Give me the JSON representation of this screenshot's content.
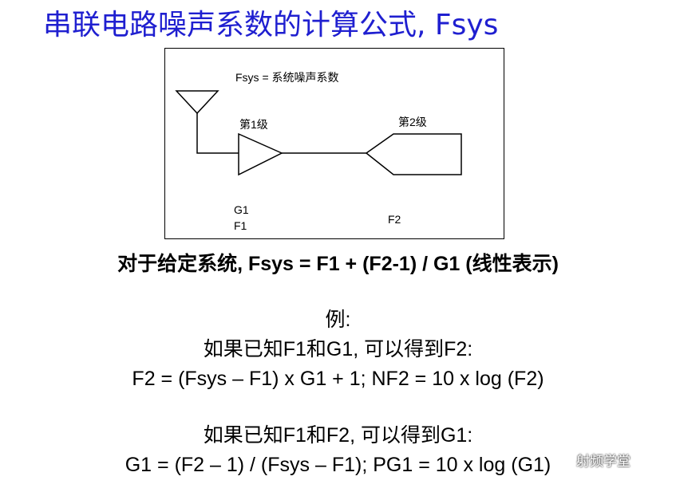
{
  "title": "串联电路噪声系数的计算公式, Fsys",
  "diagram": {
    "fsys_def": "Fsys = 系统噪声系数",
    "stage1_label": "第1级",
    "stage2_label": "第2级",
    "g1_label": "G1",
    "f1_label": "F1",
    "f2_label": "F2"
  },
  "formula": "对于给定系统, Fsys = F1 + (F2-1) / G1 (线性表示)",
  "example": {
    "heading": "例:",
    "line1": "如果已知F1和G1, 可以得到F2:",
    "line2": "F2 = (Fsys – F1) x G1 + 1; NF2 = 10 x log (F2)",
    "line3": "如果已知F1和F2, 可以得到G1:",
    "line4": "G1 = (F2 – 1) / (Fsys – F1); PG1 = 10 x log (G1)"
  },
  "watermark": {
    "text": "射频学堂",
    "icon": "wechat-icon"
  }
}
